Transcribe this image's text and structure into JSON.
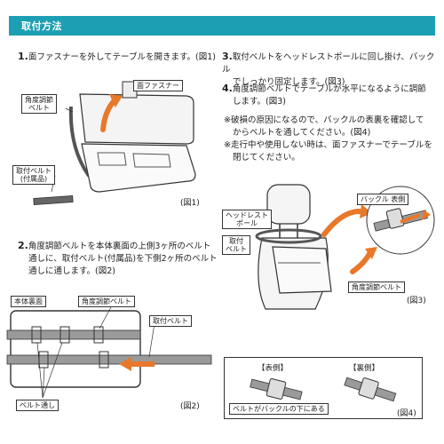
{
  "header": {
    "title": "取付方法"
  },
  "steps": [
    {
      "num": "1.",
      "text": "面ファスナーを外してテーブルを開きます。(図1)"
    },
    {
      "num": "2.",
      "text_lines": [
        "角度調節ベルトを本体裏面の上側3ヶ所のベルト",
        "通しに、取付ベルト(付属品)を下側2ヶ所のベルト",
        "通しに通します。(図2)"
      ]
    },
    {
      "num": "3.",
      "text_lines": [
        "取付ベルトをヘッドレストポールに回し掛け、バックル",
        "でしっかり固定します。(図3)"
      ]
    },
    {
      "num": "4.",
      "text_lines": [
        "角度調節ベルトでテーブルが水平になるように調節",
        "します。(図3)"
      ]
    }
  ],
  "notes": [
    [
      "※破損の原因になるので、バックルの表裏を確認して",
      "からベルトを通してください。(図4)"
    ],
    [
      "※走行中や使用しない時は、面ファスナーでテーブルを",
      "閉じてください。"
    ]
  ],
  "fig1": {
    "label_fastener": "面ファスナー",
    "label_angle": [
      "角度調節",
      "ベルト"
    ],
    "label_mount": [
      "取付ベルト",
      "(付属品)"
    ],
    "caption": "(図1)"
  },
  "fig2": {
    "label_back": "本体裏面",
    "label_angle": "角度調節ベルト",
    "label_mount": "取付ベルト",
    "label_loops": "ベルト通し",
    "caption": "(図2)"
  },
  "fig3": {
    "label_pole": [
      "ヘッドレスト",
      "ポール"
    ],
    "label_mount": [
      "取付",
      "ベルト"
    ],
    "label_buckle": "バックル 表側",
    "label_angle": "角度調節ベルト",
    "caption": "(図3)"
  },
  "fig4": {
    "label_front": "【表側】",
    "label_back": "【裏側】",
    "label_under": "ベルトがバックルの下にある",
    "caption": "(図4)"
  },
  "colors": {
    "header": "#1d9fb3",
    "arrow": "#e8782a"
  }
}
